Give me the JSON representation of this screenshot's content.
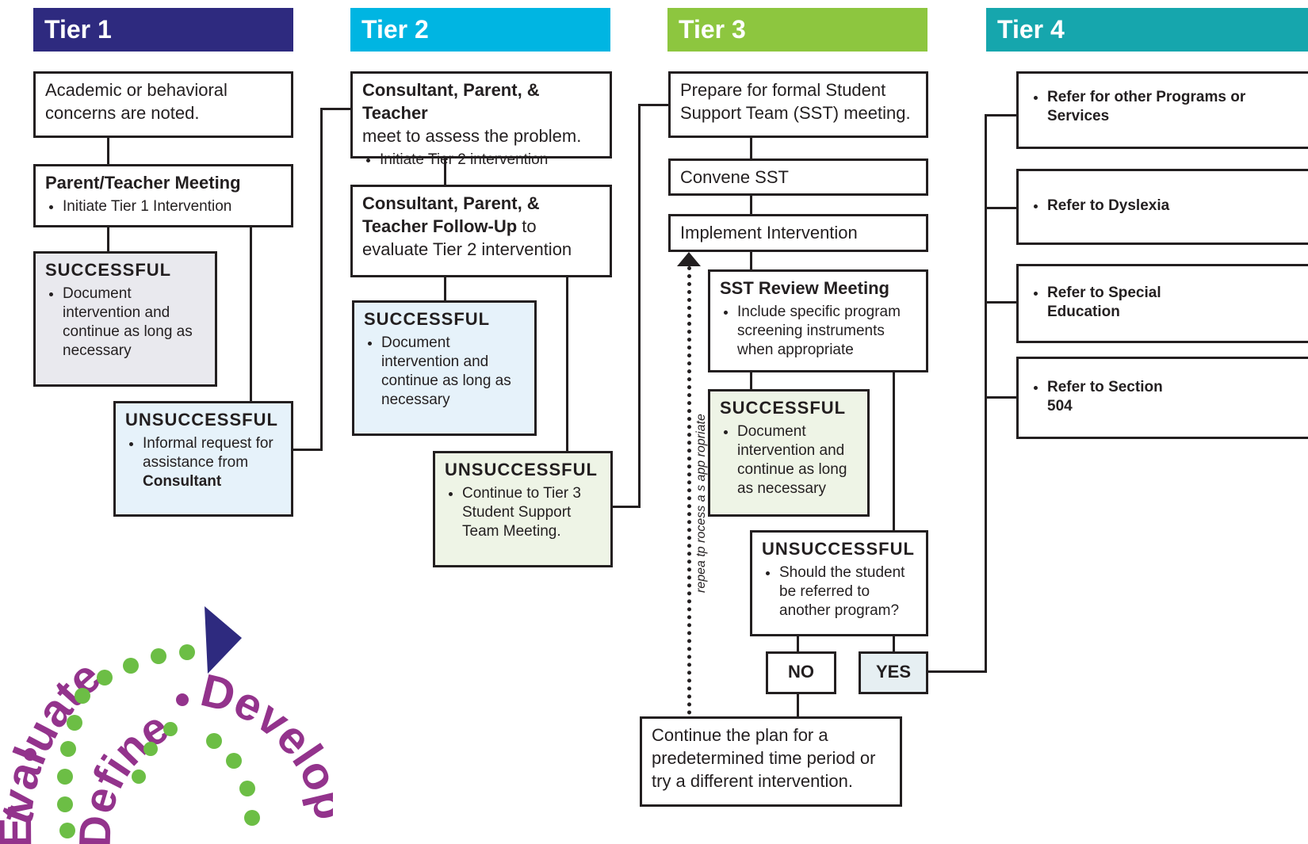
{
  "tiers": [
    {
      "label": "Tier 1",
      "color": "#2e2a7f"
    },
    {
      "label": "Tier 2",
      "color": "#00b5e2"
    },
    {
      "label": "Tier 3",
      "color": "#8dc63f"
    },
    {
      "label": "Tier 4",
      "color": "#16a6ad"
    }
  ],
  "tier1": {
    "concerns": "Academic or behavioral concerns are noted.",
    "meeting_title": "Parent/Teacher Meeting",
    "meeting_item": "Initiate Tier 1 Intervention",
    "success_title": "SUCCESSFUL",
    "success_item": "Document intervention and continue as long as necessary",
    "fail_title": "UNSUCCESSFUL",
    "fail_item_prefix": "Informal request for assistance from ",
    "fail_item_bold": "Consultant"
  },
  "tier2": {
    "assess_title": "Consultant, Parent, & Teacher",
    "assess_text": "meet to assess the problem.",
    "assess_item": "Initiate Tier 2 intervention",
    "followup_bold": "Consultant, Parent, & Teacher Follow-Up",
    "followup_text": " to evaluate Tier 2 intervention",
    "success_title": "SUCCESSFUL",
    "success_item": "Document intervention and continue as long as necessary",
    "fail_title": "UNSUCCESSFUL",
    "fail_item": "Continue to Tier 3 Student Support Team Meeting."
  },
  "tier3": {
    "prepare": "Prepare for formal Student Support Team (SST) meeting.",
    "convene": "Convene SST",
    "implement": "Implement Intervention",
    "review_title": "SST Review Meeting",
    "review_item": "Include specific program screening instruments when appropriate",
    "success_title": "SUCCESSFUL",
    "success_item": "Document intervention and continue as long as necessary",
    "fail_title": "UNSUCCESSFUL",
    "fail_item": "Should the student be referred to another program?",
    "no": "NO",
    "yes": "YES",
    "continue_plan": "Continue the plan for a predetermined time period or try a different intervention.",
    "repeat_label": "repea tp rocess a s app ropriate"
  },
  "tier4": {
    "items": [
      "Refer for other Programs or Services",
      "Refer to Dyslexia",
      "Refer to Special Education",
      "Refer to Section 504"
    ]
  },
  "logo": {
    "words": [
      "Evaluate",
      "Define",
      "Develop",
      "t"
    ],
    "purple": "#93338c",
    "green": "#6cbe45",
    "navy": "#2e2a7f"
  }
}
